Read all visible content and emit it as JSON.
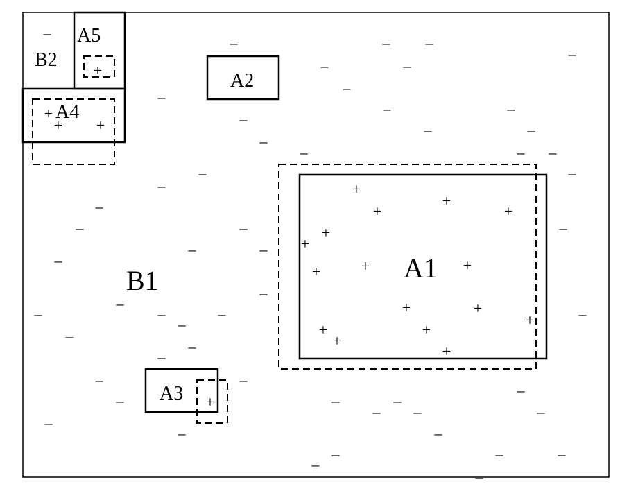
{
  "labels": {
    "a1": "A1",
    "a2": "A2",
    "a3": "A3",
    "a4": "A4",
    "a5": "A5",
    "b1": "B1",
    "b2": "B2"
  },
  "symbols": {
    "positive": "+",
    "negative": "–"
  },
  "colors": {
    "stroke": "#000000",
    "background": "#ffffff"
  }
}
